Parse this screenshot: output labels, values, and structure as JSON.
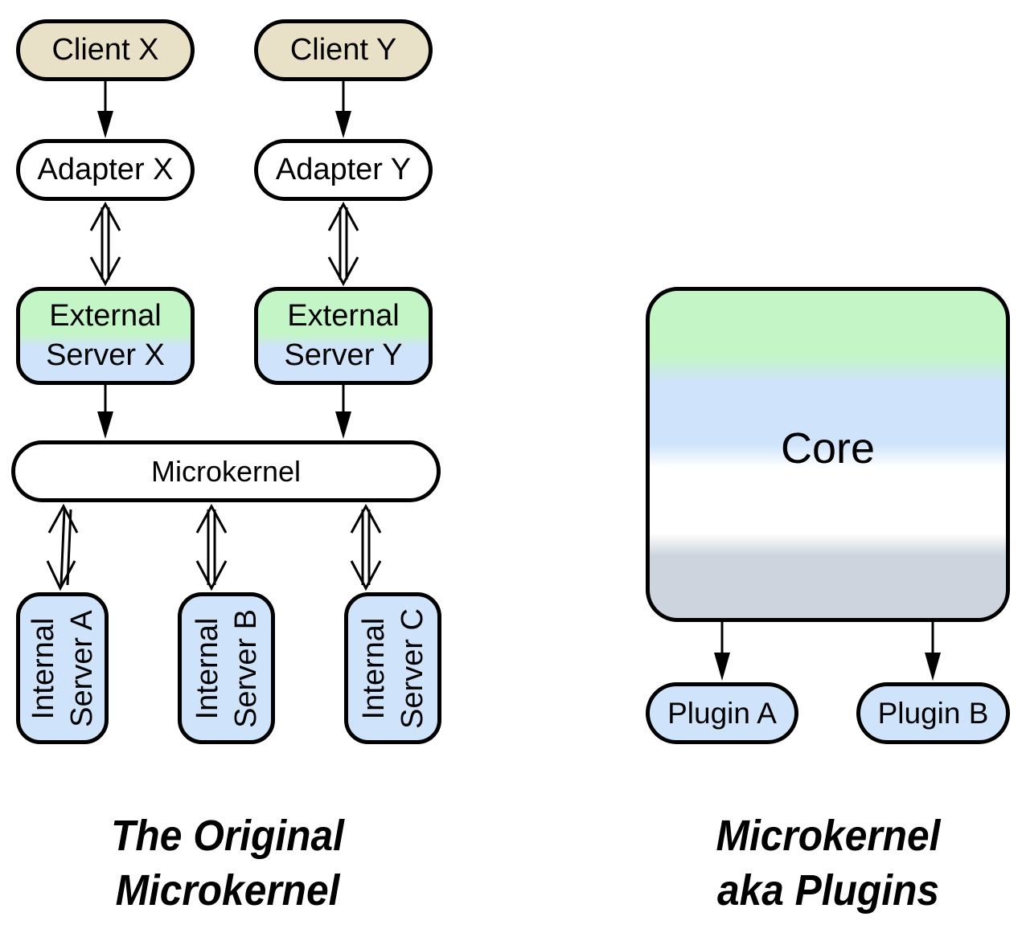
{
  "left_diagram": {
    "clients": [
      "Client X",
      "Client Y"
    ],
    "adapters": [
      "Adapter X",
      "Adapter Y"
    ],
    "external_servers": [
      {
        "line1": "External",
        "line2": "Server X"
      },
      {
        "line1": "External",
        "line2": "Server Y"
      }
    ],
    "microkernel": "Microkernel",
    "internal_servers": [
      {
        "line1": "Internal",
        "line2": "Server A"
      },
      {
        "line1": "Internal",
        "line2": "Server B"
      },
      {
        "line1": "Internal",
        "line2": "Server C"
      }
    ],
    "caption": {
      "line1": "The Original",
      "line2": "Microkernel"
    }
  },
  "right_diagram": {
    "core": "Core",
    "plugins": [
      "Plugin A",
      "Plugin B"
    ],
    "caption": {
      "line1": "Microkernel",
      "line2": "aka Plugins"
    }
  },
  "colors": {
    "client_fill": "#e8e1c8",
    "external_green": "#c3f5c6",
    "internal_blue": "#cfe4fb",
    "core_gray": "#cdd4dd",
    "stroke": "#000000"
  }
}
